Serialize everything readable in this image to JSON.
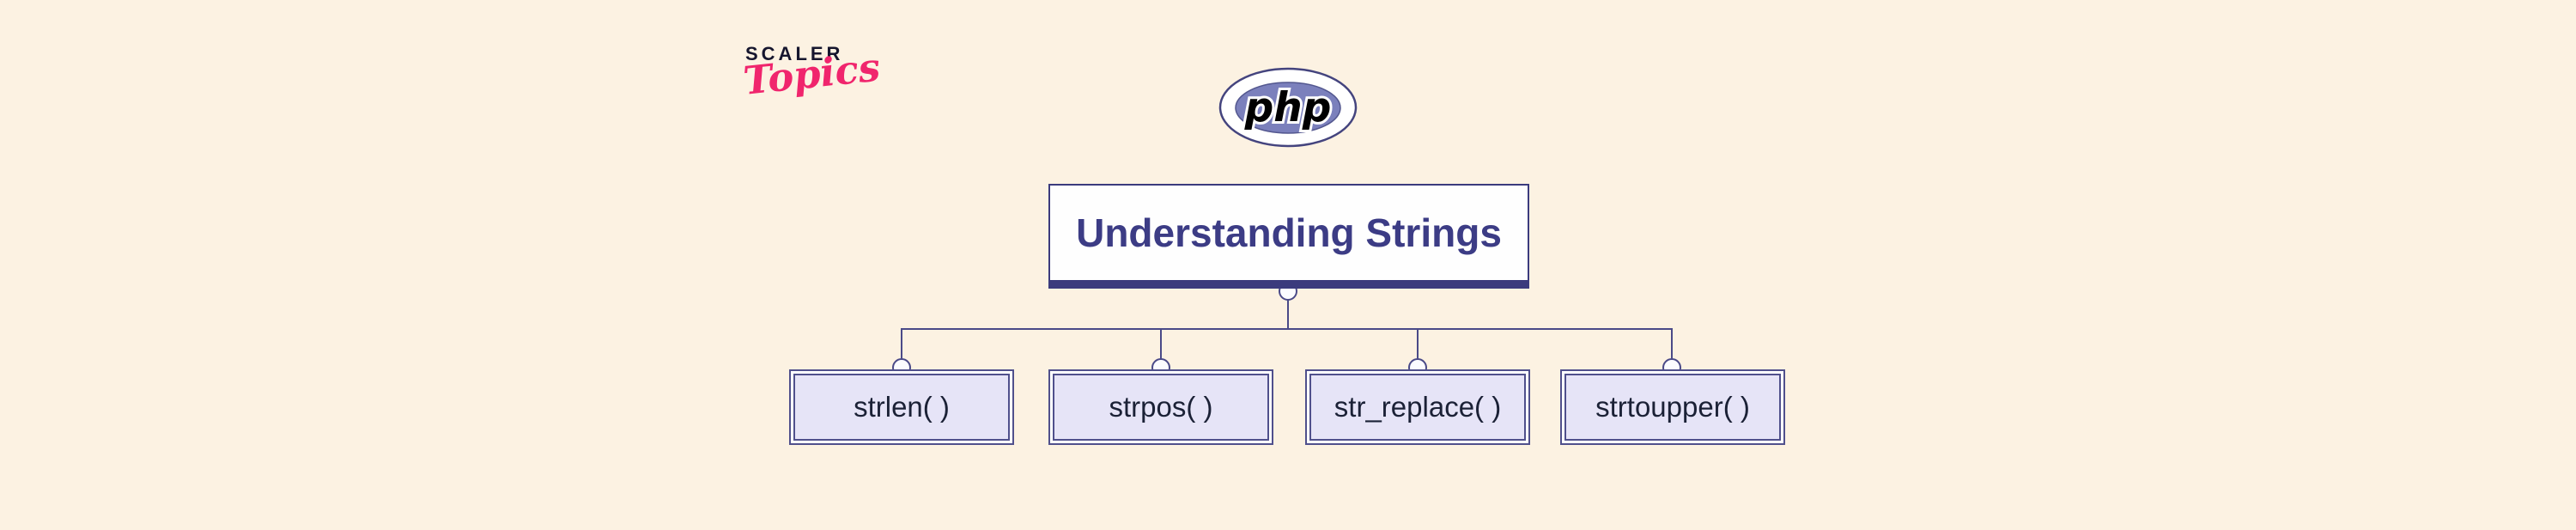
{
  "page": {
    "background": "#FCF2E2"
  },
  "brand": {
    "scaler_label": "SCALER",
    "topics_label": "Topics",
    "scaler_color": "#16162E",
    "topics_color": "#F0256D"
  },
  "php_logo": {
    "label": "php",
    "inner_fill": "#7B80BC",
    "ring_stroke": "#44447E"
  },
  "diagram": {
    "root_label": "Understanding Strings",
    "children": [
      {
        "label": "strlen( )"
      },
      {
        "label": "strpos( )"
      },
      {
        "label": "str_replace( )"
      },
      {
        "label": "strtoupper( )"
      }
    ],
    "colors": {
      "connector_line": "#4A4A88",
      "root_border": "#3B3B7D",
      "root_text": "#3C3C85",
      "child_fill": "#E6E4F7",
      "child_border": "#50508C",
      "child_text": "#1B2136"
    }
  }
}
